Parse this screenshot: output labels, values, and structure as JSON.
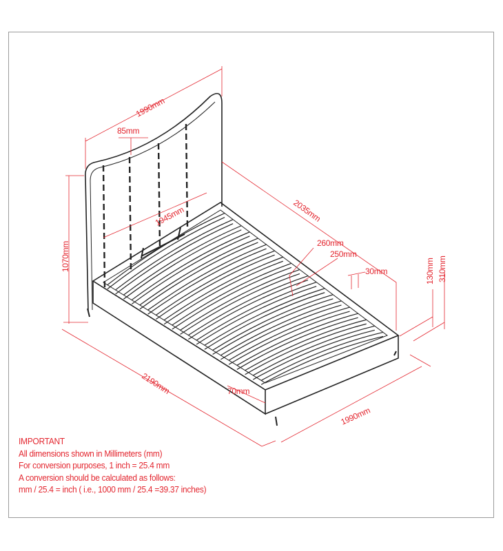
{
  "colors": {
    "dimension": "#e3262f",
    "drawing": "#222222",
    "border": "#9a9a9a"
  },
  "dimensions": {
    "headboard_width": "1990mm",
    "channel_spacing": "85mm",
    "inner_width": "1945mm",
    "inner_length": "2035mm",
    "slat_span_outer": "260mm",
    "slat_span_inner": "250mm",
    "rail_thickness": "30mm",
    "frame_height": "130mm",
    "leg_height": "310mm",
    "headboard_height": "1070mm",
    "overall_length": "2190mm",
    "slat_width": "70mm",
    "overall_width": "1990mm"
  },
  "notes": {
    "title": "IMPORTANT",
    "line1": "All dimensions shown in Millimeters (mm)",
    "line2": "For conversion purposes, 1 inch = 25.4 mm",
    "line3": "A conversion should be calculated as follows:",
    "line4": "mm / 25.4 = inch ( i.e., 1000 mm / 25.4 =39.37 inches)"
  }
}
